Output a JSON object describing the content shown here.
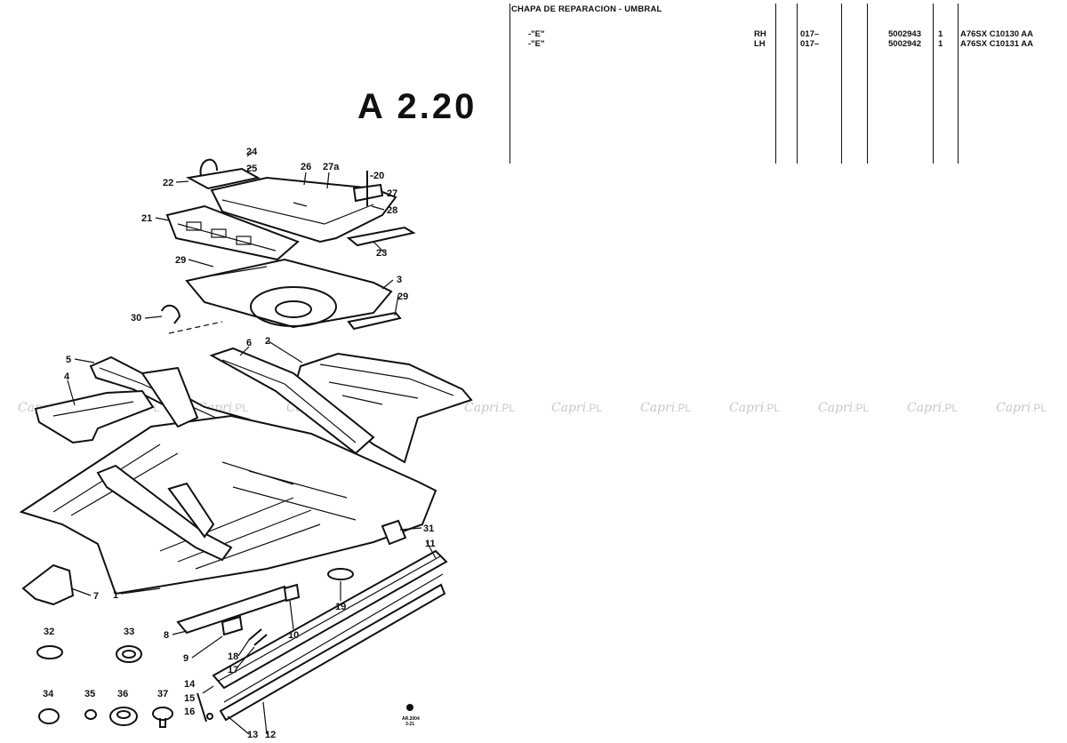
{
  "section": {
    "code": "A 2.20"
  },
  "parts_table": {
    "title": "CHAPA DE REPARACION - UMBRAL",
    "rows": [
      {
        "desc": "-\"E\"",
        "side": "RH",
        "date": "017–",
        "part_no": "5002943",
        "qty": "1",
        "ref": "A76SX C10130 AA"
      },
      {
        "desc": "-\"E\"",
        "side": "LH",
        "date": "017–",
        "part_no": "5002942",
        "qty": "1",
        "ref": "A76SX C10131 AA"
      }
    ]
  },
  "watermark": {
    "name": "Capri",
    "suffix": ".PL"
  },
  "diagram": {
    "callouts": [
      "24",
      "25",
      "26",
      "27a",
      "20",
      "22",
      "27",
      "28",
      "21",
      "23",
      "29",
      "3",
      "29",
      "30",
      "6",
      "2",
      "5",
      "4",
      "31",
      "11",
      "7",
      "1",
      "19",
      "8",
      "10",
      "32",
      "33",
      "18",
      "9",
      "17",
      "34",
      "35",
      "36",
      "37",
      "14",
      "15",
      "16",
      "13",
      "12"
    ],
    "stamp": {
      "line1": "AR.2004",
      "line2": "3-21"
    }
  }
}
